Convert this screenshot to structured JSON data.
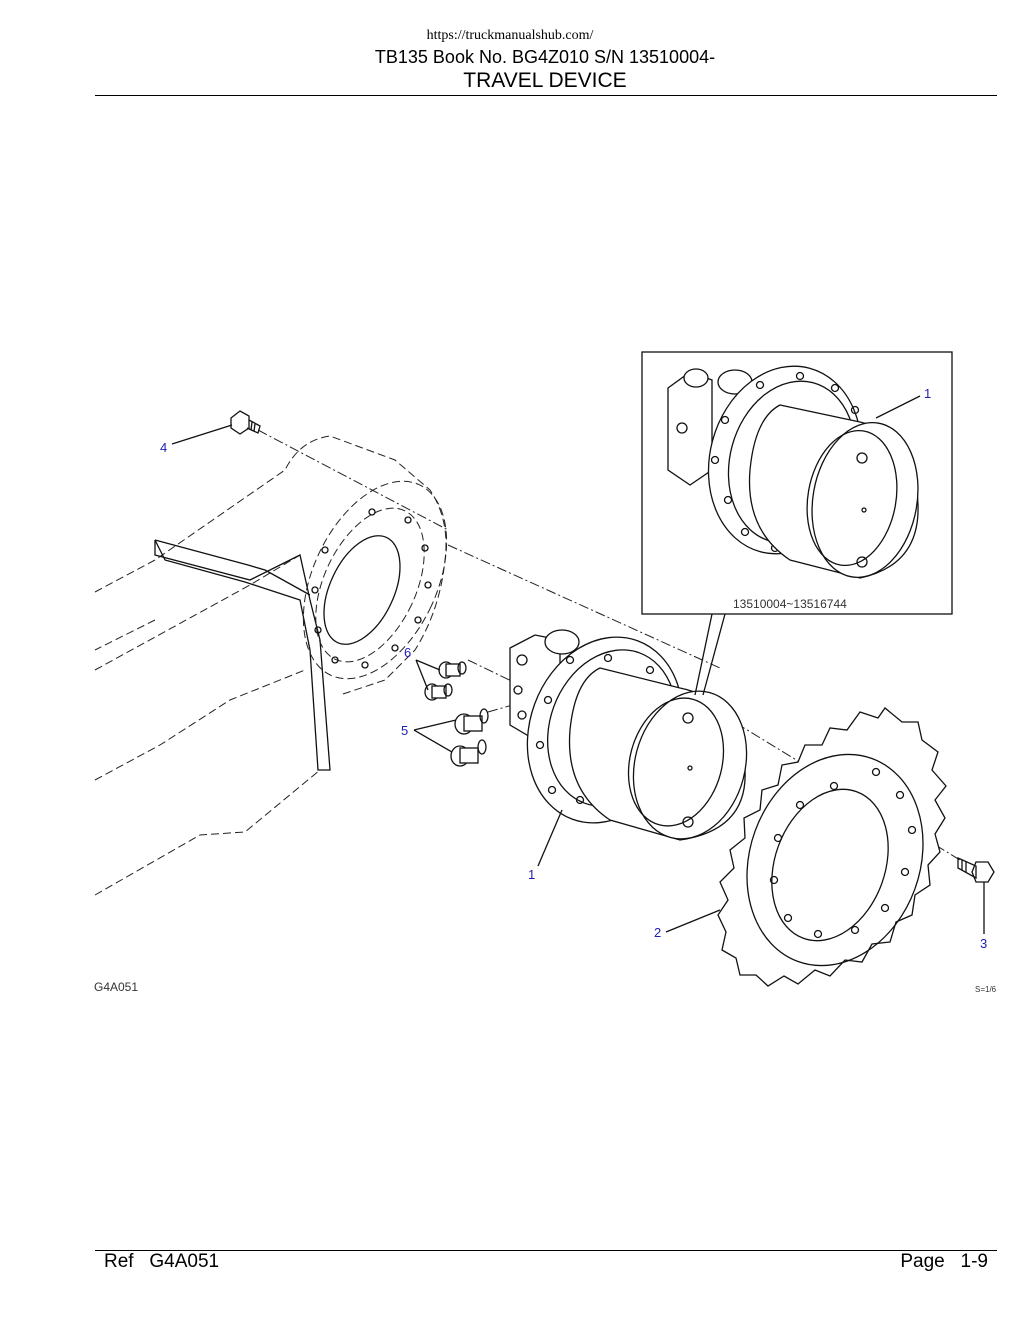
{
  "header": {
    "url": "https://truckmanualshub.com/",
    "book_line": "TB135  Book No. BG4Z010 S/N 13510004-",
    "title": "TRAVEL DEVICE"
  },
  "figure": {
    "figure_code": "G4A051",
    "scale_note": "S=1/6",
    "inset_serial_range": "13510004~13516744",
    "callouts": {
      "inset_motor": "1",
      "main_motor": "1",
      "sprocket": "2",
      "sprocket_bolt": "3",
      "frame_bolt": "4",
      "fitting_5": "5",
      "fitting_6": "6"
    }
  },
  "footer": {
    "ref": "Ref   G4A051",
    "page": "Page   1-9"
  }
}
